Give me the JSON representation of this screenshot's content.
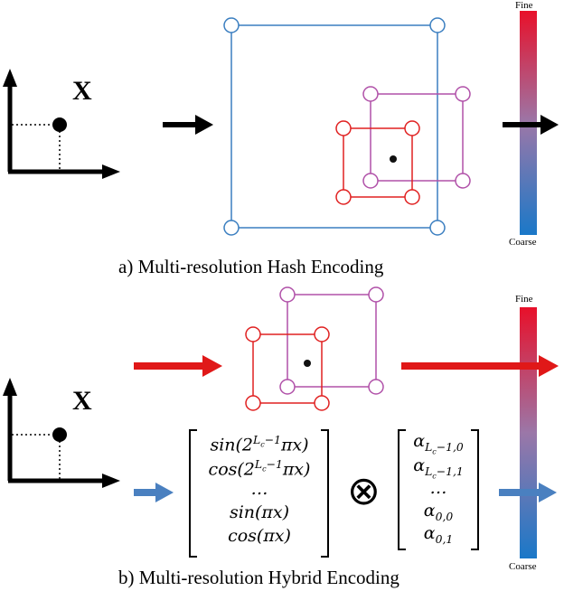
{
  "panel_a": {
    "caption": "a) Multi-resolution Hash Encoding",
    "point_label": "X"
  },
  "panel_b": {
    "caption": "b) Multi-resolution Hybrid Encoding",
    "point_label": "X",
    "frequency_vector": {
      "rows": [
        {
          "fn": "sin",
          "base": "(2",
          "exp": "L",
          "exp_sub": "c",
          "exp_tail": "−1",
          "tail": "πx)"
        },
        {
          "fn": "cos",
          "base": "(2",
          "exp": "L",
          "exp_sub": "c",
          "exp_tail": "−1",
          "tail": "πx)"
        },
        {
          "fn": "",
          "base": "…",
          "exp": "",
          "exp_sub": "",
          "exp_tail": "",
          "tail": ""
        },
        {
          "fn": "sin",
          "base": "(πx)",
          "exp": "",
          "exp_sub": "",
          "exp_tail": "",
          "tail": ""
        },
        {
          "fn": "cos",
          "base": "(πx)",
          "exp": "",
          "exp_sub": "",
          "exp_tail": "",
          "tail": ""
        }
      ]
    },
    "operator": "⊗",
    "coefficient_vector": {
      "rows": [
        {
          "sym": "α",
          "sub": "L",
          "subsub": "c",
          "subtail": "−1,0"
        },
        {
          "sym": "α",
          "sub": "L",
          "subsub": "c",
          "subtail": "−1,1"
        },
        {
          "sym": "…",
          "sub": "",
          "subsub": "",
          "subtail": ""
        },
        {
          "sym": "α",
          "sub": "0,0",
          "subsub": "",
          "subtail": ""
        },
        {
          "sym": "α",
          "sub": "0,1",
          "subsub": "",
          "subtail": ""
        }
      ]
    }
  },
  "colorbar": {
    "top_label": "Fine",
    "bottom_label": "Coarse",
    "top_color": "#e8102a",
    "mid_color": "#9b77a8",
    "bottom_color": "#1a78c8"
  },
  "colors": {
    "coarse_grid": "#3a7ec0",
    "fine_grid_red": "#e02020",
    "fine_grid_purple": "#b050a8",
    "arrow_black": "#000000",
    "arrow_red": "#e01818",
    "arrow_blue": "#4a80c0"
  }
}
